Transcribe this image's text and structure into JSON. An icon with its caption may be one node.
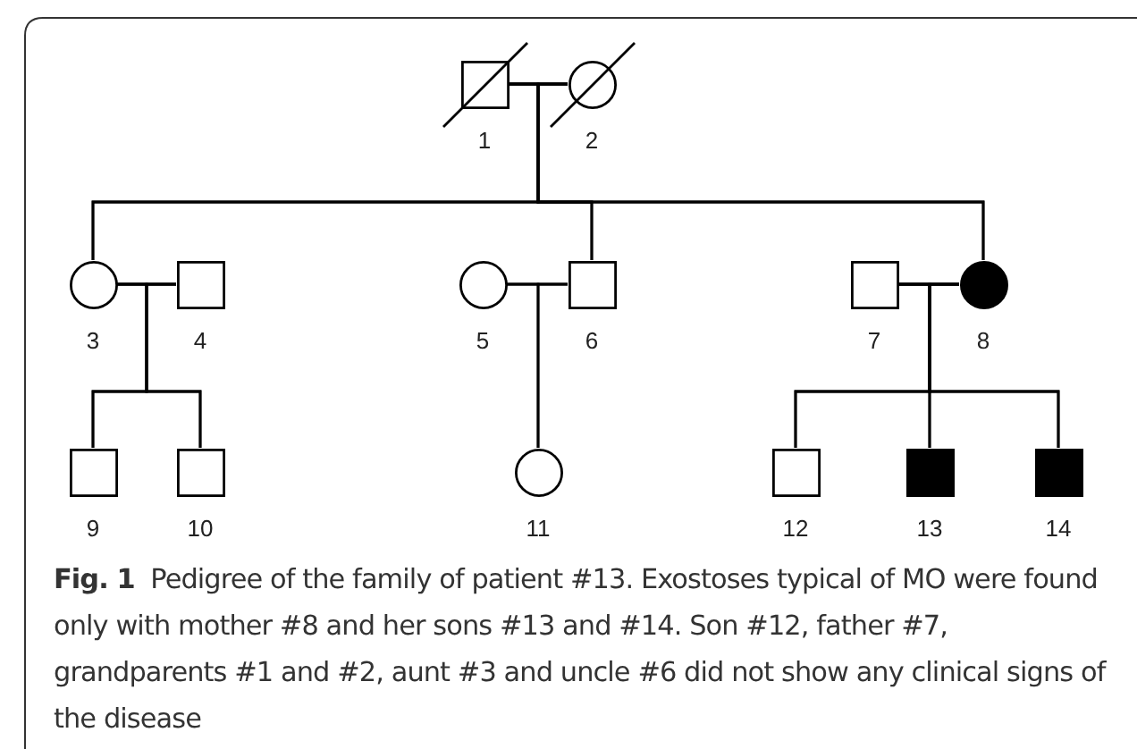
{
  "diagram": {
    "caption": "**Fig. 1**  Pedigree of the family of patient #13. Exostoses typical of MO were found only with mother #8 and her sons #13 and #14. Son #12, father #7, grandparents #1 and #2, aunt #3 and uncle #6 did not show any clinical signs of the disease",
    "nodes": [
      {
        "text": [],
        "shape": "box",
        "beside": [
          "1"
        ]
      },
      {
        "text": [],
        "shape": "circle",
        "beside": [
          "2"
        ]
      },
      {
        "text": [],
        "shape": "circle",
        "beside": [
          "3"
        ]
      },
      {
        "text": [],
        "shape": "box",
        "beside": [
          "4"
        ]
      },
      {
        "text": [],
        "shape": "circle",
        "beside": [
          "5"
        ]
      },
      {
        "text": [],
        "shape": "box",
        "beside": [
          "6"
        ]
      },
      {
        "text": [],
        "shape": "box",
        "beside": [
          "7"
        ]
      },
      {
        "text": [],
        "shape": "circle",
        "beside": [
          "8"
        ]
      },
      {
        "text": [],
        "shape": "box",
        "beside": [
          "9"
        ]
      },
      {
        "text": [],
        "shape": "box",
        "beside": [
          "10"
        ]
      },
      {
        "text": [],
        "shape": "circle",
        "beside": [
          "11"
        ]
      },
      {
        "text": [],
        "shape": "box",
        "beside": [
          "12"
        ]
      },
      {
        "text": [],
        "shape": "box",
        "beside": [
          "13"
        ]
      },
      {
        "text": [],
        "shape": "box",
        "beside": [
          "14"
        ]
      }
    ],
    "edges": [
      {
        "from": 0,
        "to": 1,
        "arrow": "none"
      },
      {
        "from": 2,
        "to": 3,
        "arrow": "none"
      },
      {
        "from": 4,
        "to": 5,
        "arrow": "none"
      },
      {
        "from": 6,
        "to": 7,
        "arrow": "none"
      },
      {
        "from": 0,
        "to": 2,
        "arrow": "none"
      },
      {
        "from": 1,
        "to": 2,
        "arrow": "none"
      },
      {
        "from": 0,
        "to": 5,
        "arrow": "none"
      },
      {
        "from": 1,
        "to": 5,
        "arrow": "none"
      },
      {
        "from": 0,
        "to": 7,
        "arrow": "none"
      },
      {
        "from": 1,
        "to": 7,
        "arrow": "none"
      },
      {
        "from": 2,
        "to": 8,
        "arrow": "none"
      },
      {
        "from": 3,
        "to": 8,
        "arrow": "none"
      },
      {
        "from": 2,
        "to": 9,
        "arrow": "none"
      },
      {
        "from": 3,
        "to": 9,
        "arrow": "none"
      },
      {
        "from": 4,
        "to": 10,
        "arrow": "none"
      },
      {
        "from": 5,
        "to": 10,
        "arrow": "none"
      },
      {
        "from": 6,
        "to": 11,
        "arrow": "none"
      },
      {
        "from": 7,
        "to": 11,
        "arrow": "none"
      },
      {
        "from": 6,
        "to": 12,
        "arrow": "none"
      },
      {
        "from": 7,
        "to": 12,
        "arrow": "none"
      },
      {
        "from": 6,
        "to": 13,
        "arrow": "none"
      },
      {
        "from": 7,
        "to": 13,
        "arrow": "none"
      }
    ]
  }
}
